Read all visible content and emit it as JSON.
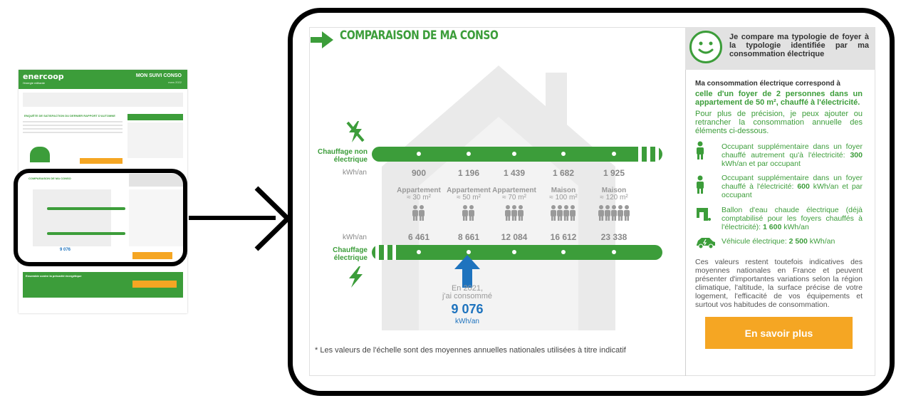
{
  "thumbnail": {
    "logo": "enercoop",
    "logo_sub": "l'énergie militante",
    "title": "MON SUIVI CONSO",
    "subtitle": "mars 2022",
    "section_survey": "ENQUÊTE DE SATISFACTION DU DERNIER RAPPORT D'AUTOMNE",
    "section_compare": "COMPARAISON DE MA CONSO",
    "section_precarity": "Ensemble contre la précarité énergétique",
    "cta_more": "En savoir plus",
    "value": "9 076"
  },
  "main": {
    "title": "COMPARAISON DE MA CONSO",
    "non_elec_label": "Chauffage non électrique",
    "elec_label": "Chauffage électrique",
    "unit_label": "kWh/an",
    "non_elec_values": [
      "900",
      "1 196",
      "1 439",
      "1 682",
      "1 925"
    ],
    "elec_values": [
      "6 461",
      "8 661",
      "12 084",
      "16 612",
      "23 338"
    ],
    "types": [
      {
        "name": "Appartement",
        "size": "≈ 30 m²",
        "people": 2
      },
      {
        "name": "Appartement",
        "size": "≈ 50 m²",
        "people": 2
      },
      {
        "name": "Appartement",
        "size": "≈ 70 m²",
        "people": 3
      },
      {
        "name": "Maison",
        "size": "≈ 100 m²",
        "people": 4
      },
      {
        "name": "Maison",
        "size": "≈ 120 m²",
        "people": 5
      }
    ],
    "my_conso_line1": "En 2021,",
    "my_conso_line2": "j'ai consommé",
    "my_conso_value": "9 076",
    "my_conso_unit": "kWh/an",
    "footnote": "* Les valeurs de l'échelle sont des moyennes annuelles nationales utilisées à titre indicatif"
  },
  "side": {
    "heading": "Je compare ma typologie de foyer à la typologie identifiée par ma consommation électrique",
    "intro_1": "Ma consommation électrique correspond à",
    "intro_2": "celle d'un foyer de 2 personnes dans un appartement de 50 m², chauffé à l'électricité.",
    "intro_3": "Pour plus de précision, je peux ajouter ou retrancher la consommation annuelle des éléments ci-dessous.",
    "items": [
      {
        "icon": "person-icon",
        "text_before": "Occupant supplémentaire dans un foyer chauffé autrement qu'à l'électricité: ",
        "value": "300",
        "text_after": " kWh/an et par occupant"
      },
      {
        "icon": "person-icon",
        "text_before": "Occupant supplémentaire dans un foyer chauffé à l'électricité: ",
        "value": "600",
        "text_after": " kWh/an et par occupant"
      },
      {
        "icon": "water-heater-icon",
        "text_before": "Ballon d'eau chaude électrique (déjà comptabilisé pour les foyers chauffés à l'électricité): ",
        "value": "1 600",
        "text_after": " kWh/an"
      },
      {
        "icon": "electric-car-icon",
        "text_before": "Véhicule électrique: ",
        "value": "2 500",
        "text_after": " kWh/an"
      }
    ],
    "note": "Ces valeurs restent toutefois indicatives des moyennes nationales en France et peuvent présenter d'importantes variations selon la région climatique, l'altitude, la surface précise de votre logement, l'efficacité de vos équipements et surtout vos habitudes de consommation.",
    "cta": "En savoir plus"
  },
  "colors": {
    "green": "#3c9d3a",
    "orange": "#f5a623",
    "blue": "#1e73be",
    "grey": "#e6e6e6"
  }
}
